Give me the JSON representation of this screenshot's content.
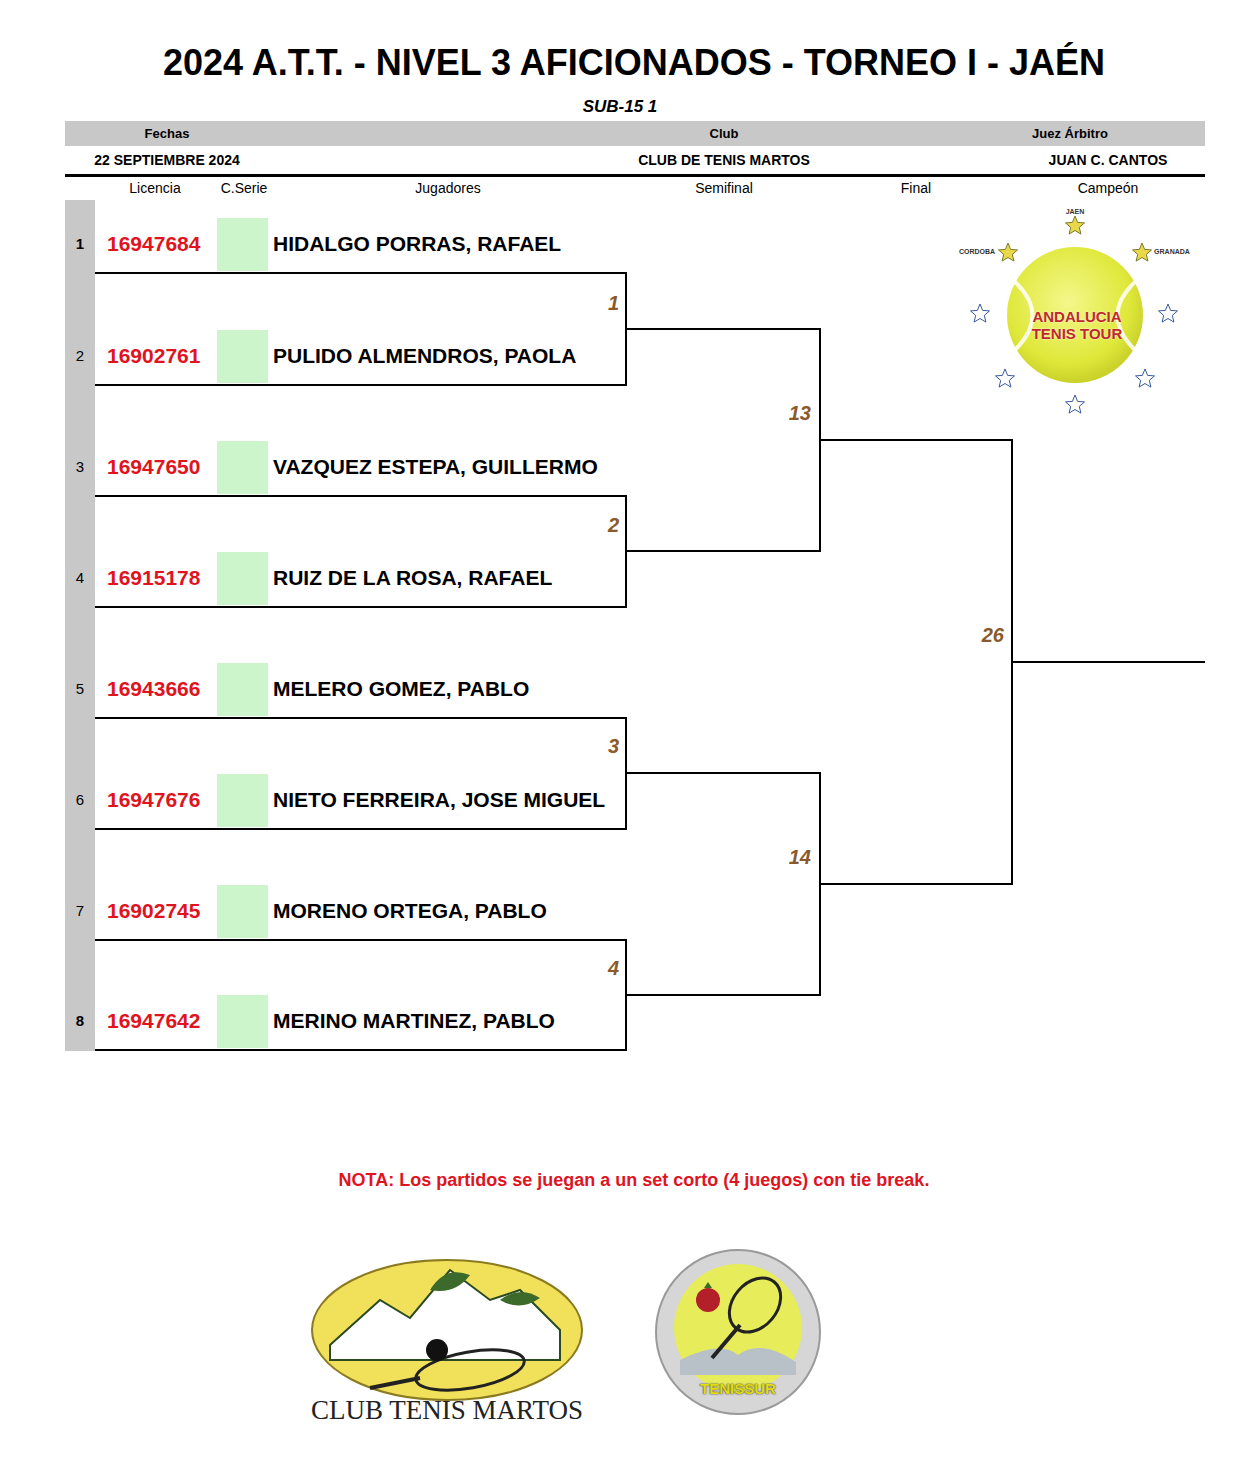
{
  "diagram": {
    "title": "2024 A.T.T. - NIVEL 3 AFICIONADOS - TORNEO I - JAÉN",
    "nodes": [
      {
        "text": [
          "1",
          "16947684",
          "HIDALGO PORRAS, RAFAEL"
        ]
      },
      {
        "text": [
          "2",
          "16902761",
          "PULIDO ALMENDROS, PAOLA"
        ]
      },
      {
        "text": [
          "3",
          "16947650",
          "VAZQUEZ ESTEPA, GUILLERMO"
        ]
      },
      {
        "text": [
          "4",
          "16915178",
          "RUIZ DE LA ROSA, RAFAEL"
        ]
      },
      {
        "text": [
          "5",
          "16943666",
          "MELERO GOMEZ, PABLO"
        ]
      },
      {
        "text": [
          "6",
          "16947676",
          "NIETO FERREIRA, JOSE MIGUEL"
        ]
      },
      {
        "text": [
          "7",
          "16902745",
          "MORENO ORTEGA, PABLO"
        ]
      },
      {
        "text": [
          "8",
          "16947642",
          "MERINO MARTINEZ, PABLO"
        ]
      },
      {
        "text": [
          "1"
        ]
      },
      {
        "text": [
          "2"
        ]
      },
      {
        "text": [
          "3"
        ]
      },
      {
        "text": [
          "4"
        ]
      },
      {
        "text": [
          "13"
        ]
      },
      {
        "text": [
          "14"
        ]
      },
      {
        "text": [
          "26"
        ]
      }
    ],
    "edges": [
      {
        "from": 0,
        "to": 8,
        "arrow": "none"
      },
      {
        "from": 1,
        "to": 8,
        "arrow": "none"
      },
      {
        "from": 2,
        "to": 9,
        "arrow": "none"
      },
      {
        "from": 3,
        "to": 9,
        "arrow": "none"
      },
      {
        "from": 4,
        "to": 10,
        "arrow": "none"
      },
      {
        "from": 5,
        "to": 10,
        "arrow": "none"
      },
      {
        "from": 6,
        "to": 11,
        "arrow": "none"
      },
      {
        "from": 7,
        "to": 11,
        "arrow": "none"
      },
      {
        "from": 8,
        "to": 12,
        "arrow": "none"
      },
      {
        "from": 9,
        "to": 12,
        "arrow": "none"
      },
      {
        "from": 10,
        "to": 13,
        "arrow": "none"
      },
      {
        "from": 11,
        "to": 13,
        "arrow": "none"
      },
      {
        "from": 12,
        "to": 14,
        "arrow": "none"
      },
      {
        "from": 13,
        "to": 14,
        "arrow": "none"
      }
    ],
    "labels": [
      "SUB-15 1",
      "Fechas",
      "Club",
      "Juez Árbitro",
      "22 SEPTIEMBRE 2024",
      "CLUB DE TENIS MARTOS",
      "JUAN C. CANTOS",
      "Licencia",
      "C.Serie",
      "Jugadores",
      "Semifinal",
      "Final",
      "Campeón",
      "JAEN",
      "CORDOBA",
      "GRANADA",
      "ANDALUCIA TENIS TOUR",
      "NOTA: Los partidos se juegan a un set corto (4 juegos) con tie break.",
      "CLUB TENIS MARTOS",
      "TENISSUR"
    ]
  }
}
